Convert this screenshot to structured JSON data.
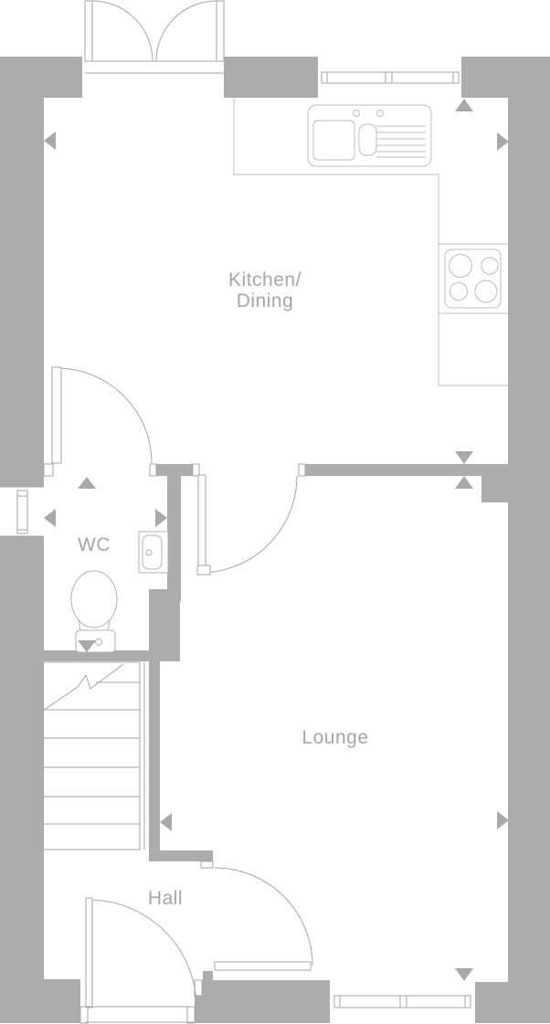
{
  "plan_type": "floorplan",
  "rooms": {
    "kitchen_dining": {
      "line1": "Kitchen/",
      "line2": "Dining"
    },
    "wc": {
      "label": "WC"
    },
    "lounge": {
      "label": "Lounge"
    },
    "hall": {
      "label": "Hall"
    }
  },
  "colors": {
    "wall": "#acacac",
    "outline": "#a6a6a6",
    "fixture_outline": "#bdbdbd",
    "label_text": "#a6a6a6",
    "dimension_arrow": "#a9a9a9",
    "background": "#ffffff"
  }
}
